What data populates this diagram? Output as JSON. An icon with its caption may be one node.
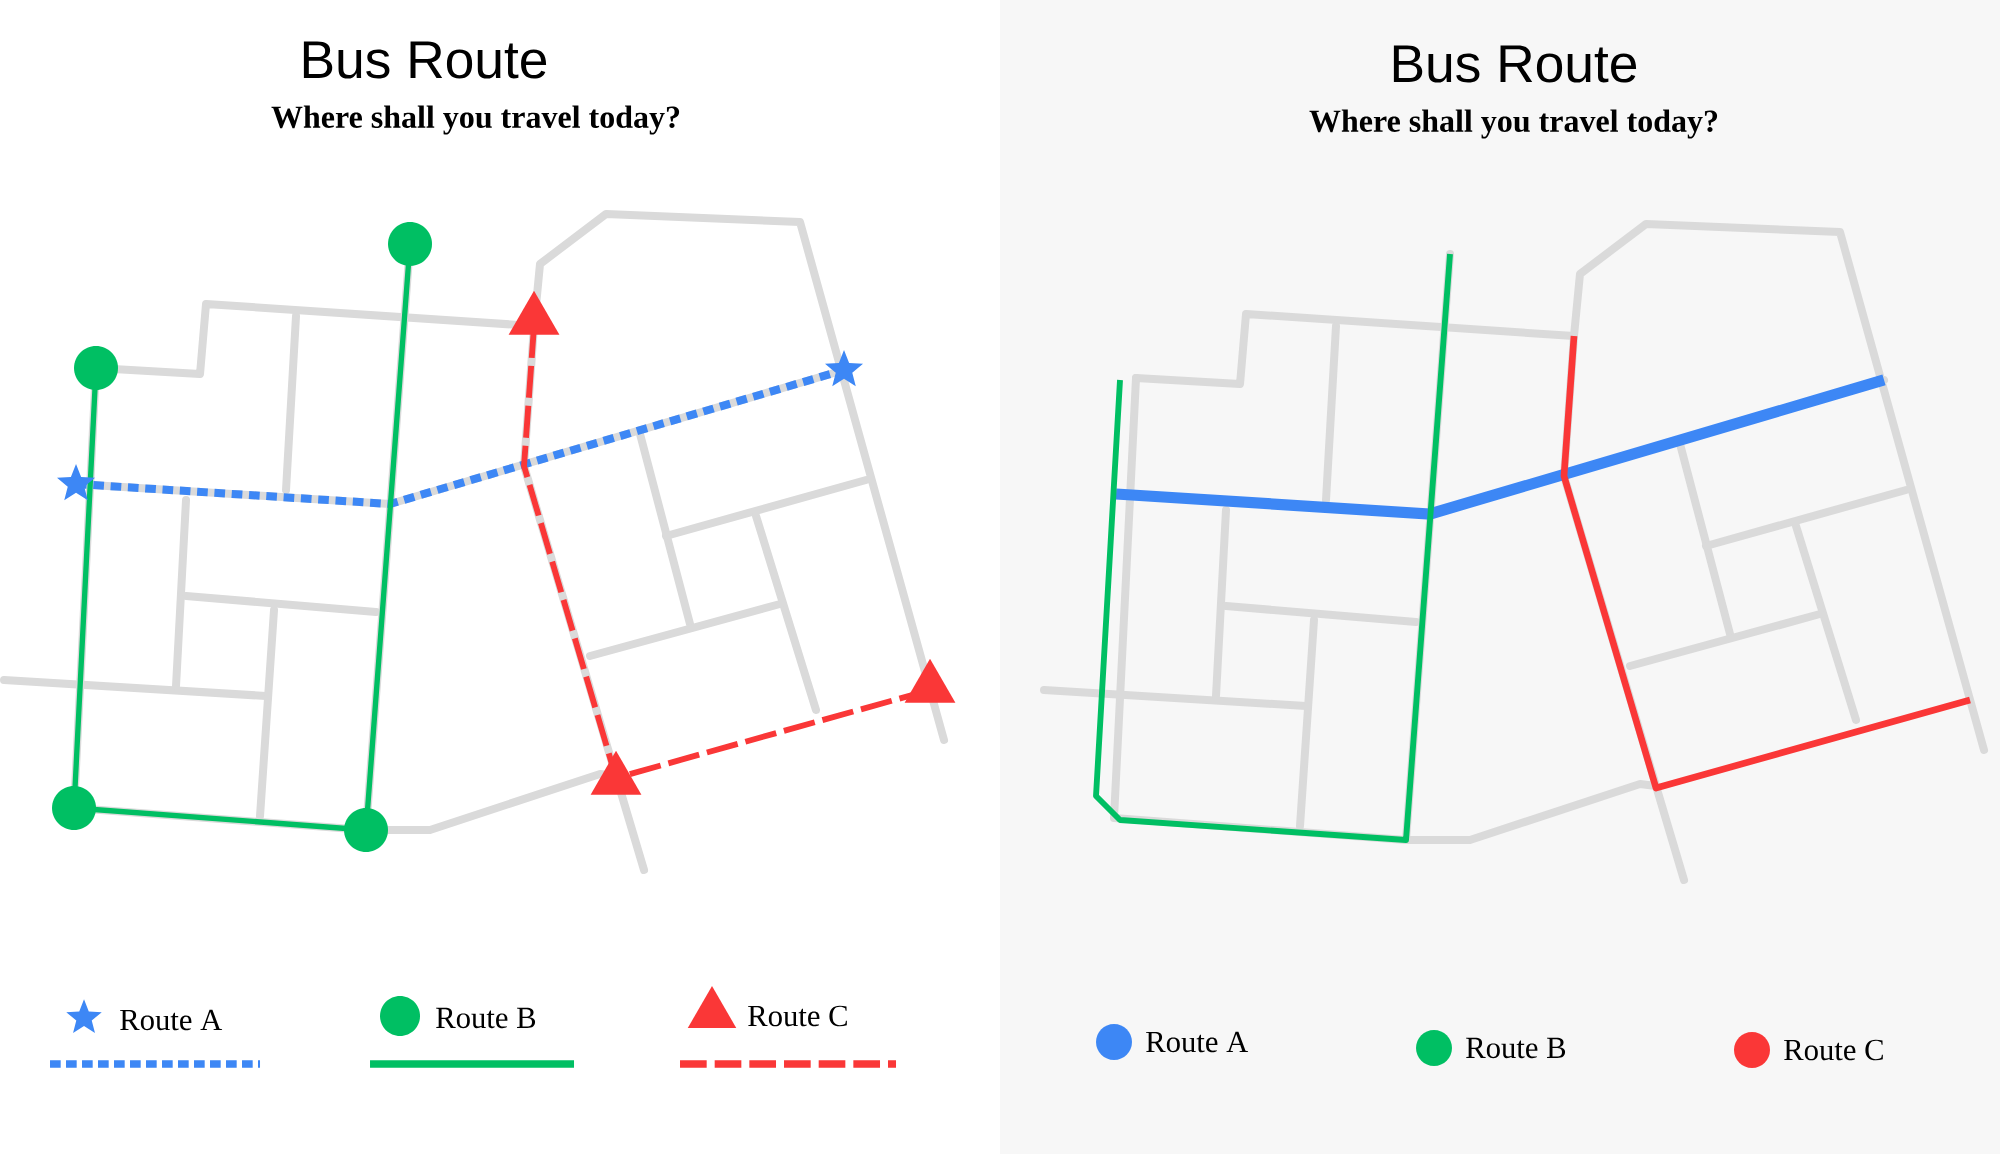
{
  "diagram": {
    "labels": [
      "Bus Route",
      "Where shall you travel today?",
      "Bus Route",
      "Where shall you travel today?"
    ],
    "legend": [
      {
        "text": "Route A"
      },
      {
        "text": "Route B"
      },
      {
        "text": "Route C"
      },
      {
        "text": "Route A",
        "color": "#3d87f5"
      },
      {
        "text": "Route B",
        "color": "#00bf63"
      },
      {
        "text": "Route C",
        "color": "#fa3737"
      }
    ]
  }
}
